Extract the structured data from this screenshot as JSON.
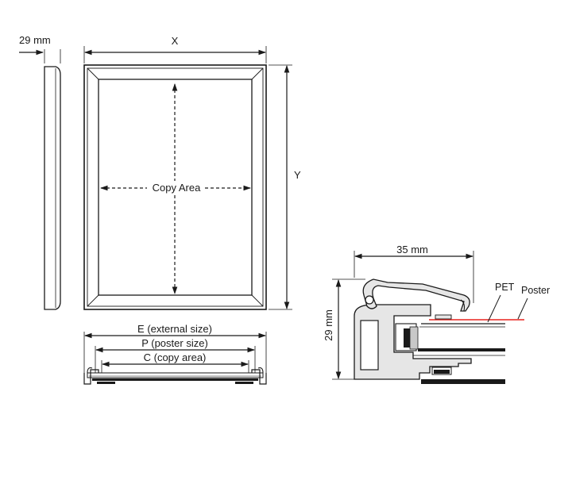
{
  "labels": {
    "depth_top": "29 mm",
    "width_x": "X",
    "height_y": "Y",
    "copy_area": "Copy Area",
    "external_size": "E (external size)",
    "poster_size": "P (poster size)",
    "copy_area_c": "C (copy area)",
    "profile_width": "35 mm",
    "profile_height": "29 mm",
    "pet": "PET",
    "poster": "Poster"
  },
  "colors": {
    "line": "#1a1a1a",
    "profile_fill": "#e6e6e6",
    "poster_line": "#e8231f"
  }
}
